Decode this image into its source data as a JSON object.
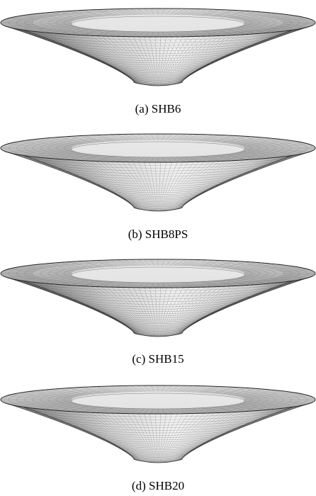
{
  "figure": {
    "panels": [
      {
        "caption": "(a) SHB6",
        "mesh": "triangular"
      },
      {
        "caption": "(b) SHB8PS",
        "mesh": "quadrilateral"
      },
      {
        "caption": "(c) SHB15",
        "mesh": "triangular"
      },
      {
        "caption": "(d) SHB20",
        "mesh": "quadrilateral"
      }
    ]
  },
  "colors": {
    "mesh_line": "#3a3a3a",
    "surface_light": "#d9d9d9",
    "surface_dark": "#7a7a7a"
  }
}
